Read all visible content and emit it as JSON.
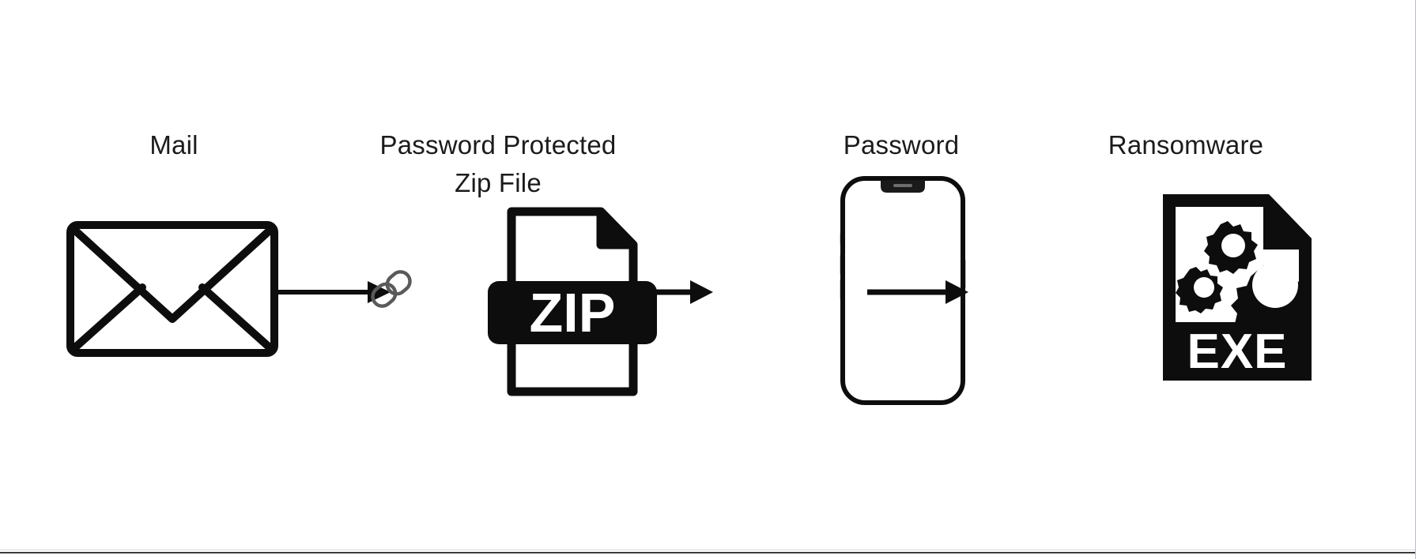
{
  "page": {
    "background_color": "#ffffff",
    "ink_color": "#0d0d0d",
    "label_color": "#1b1b1b",
    "chain_color": "#555555",
    "frame_color": "#3b3b3b"
  },
  "diagram": {
    "title": "",
    "type": "left-to-right process flow",
    "nodes": [
      {
        "id": "mail",
        "label": "Mail",
        "icon": "envelope-icon"
      },
      {
        "id": "zip",
        "label": "Password Protected\nZip File",
        "icon": "zip-file-icon",
        "icon_text": "ZIP"
      },
      {
        "id": "password",
        "label": "Password",
        "icon": "smartphone-icon"
      },
      {
        "id": "ransomware",
        "label": "Ransomware",
        "icon": "exe-file-icon",
        "icon_text": "EXE"
      }
    ],
    "connectors": [
      {
        "id": "arrow-1",
        "from": "mail",
        "to": "zip",
        "style": "solid-arrow",
        "badge": "chain-link-icon"
      },
      {
        "id": "arrow-2",
        "from": "zip",
        "to": "password",
        "style": "solid-arrow"
      },
      {
        "id": "arrow-3",
        "from": "password",
        "to": "ransomware",
        "style": "solid-arrow"
      }
    ]
  }
}
